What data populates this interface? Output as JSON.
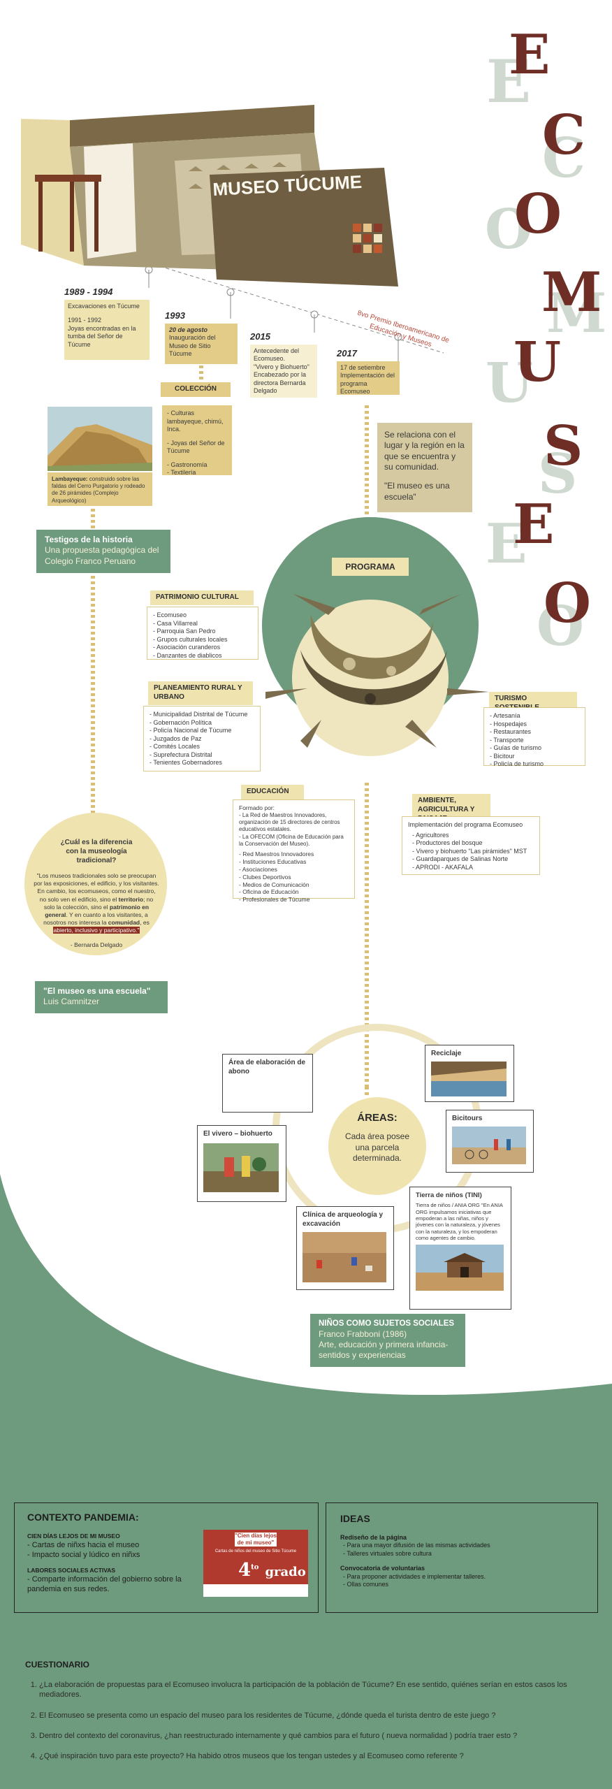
{
  "title_letters": [
    "E",
    "C",
    "O",
    "M",
    "U",
    "S",
    "E",
    "O"
  ],
  "museum_sign": "MUSEO TÚCUME",
  "timeline": [
    {
      "year": "1989 - 1994",
      "lines": [
        "Excavaciones en Túcume",
        "",
        "1991 - 1992",
        "Joyas encontradas en la tumba del Señor de Túcume"
      ]
    },
    {
      "year": "1993",
      "lines": [
        "20 de agosto",
        "Inauguración del Museo de Sitio Túcume"
      ]
    },
    {
      "year": "2015",
      "lines": [
        "Antecedente del Ecomuseo.",
        "\"Vivero y Biohuerto\" Encabezado por la directora Bernarda Delgado"
      ]
    },
    {
      "year": "2017",
      "lines": [
        "17 de setiembre",
        "Implementación del programa Ecomuseo"
      ]
    }
  ],
  "premio": "8vo Premio Iberoamericano de Educación y Museos",
  "coleccion": {
    "title": "COLECCIÓN",
    "items": [
      "Culturas lambayeque, chimú, Inca.",
      "Joyas del Señor de Túcume",
      "Gastronomía",
      "Textilería"
    ]
  },
  "lambayeque": {
    "bold": "Lambayeque:",
    "text": " construido sobre las faldas del Cerro Purgatorio y rodeado de 26 pirámides (Complejo Arqueológico)"
  },
  "relaciona": {
    "text": "Se relaciona con el lugar y la región en la que se encuentra y su comunidad.",
    "quote": "\"El museo es una escuela\""
  },
  "testigos": {
    "title": "Testigos de la historia",
    "subtitle": "Una propuesta pedagógica del Colegio Franco Peruano"
  },
  "programa": "PROGRAMA",
  "patrimonio": {
    "title": "PATRIMONIO CULTURAL",
    "items": [
      "Ecomuseo",
      "Casa Villarreal",
      "Parroquia San Pedro",
      "Grupos culturales locales",
      "Asociación curanderos",
      "Danzantes de diablicos"
    ]
  },
  "planeamiento": {
    "title": "PLANEAMIENTO RURAL Y URBANO",
    "items": [
      "Municipalidad Distrital de Túcume",
      "Gobernación Política",
      "Policía Nacional de Túcume",
      "Juzgados de Paz",
      "Comités Locales",
      "Suprefectura Distrital",
      "Tenientes Gobernadores"
    ]
  },
  "turismo": {
    "title": "TURISMO SOSTENIBLE",
    "items": [
      "Artesanía",
      "Hospedajes",
      "Restaurantes",
      "Transporte",
      "Guías de turismo",
      "Bicitour",
      "Policía de turismo"
    ]
  },
  "educacion": {
    "title": "EDUCACIÓN",
    "intro": "Formado por:",
    "items": [
      "La Red de Maestros Innovadores, organización de 15 directores de centros educativos estatales.",
      "La OFECOM (Oficina de Educación para la Conservación del Museo).",
      "Red Maestros Innovadores",
      "Instituciones Educativas",
      "Asociaciones",
      "Clubes Deportivos",
      "Medios de Comunicación",
      "Oficina de Educación",
      "Profesionales de Túcume"
    ]
  },
  "ambiente": {
    "title": "AMBIENTE, AGRICULTURA Y PAISAJE",
    "intro": "Implementación del programa Ecomuseo",
    "items": [
      "Agricultores",
      "Productores del bosque",
      "Vivero y biohuerto \"Las pirámides\" MST",
      "Guardaparques de Salinas Norte",
      "APRODI - AKAFALA"
    ]
  },
  "museologia": {
    "question": "¿Cuál es la diferencia con la museología tradicional?",
    "quote_p1": "\"Los museos tradicionales solo se preocupan por las exposiciones, el edificio, y los visitantes. En cambio, los ecomuseos, como el nuestro, no solo ven el edificio, sino el ",
    "bold1": "territorio",
    "quote_p2": "; no solo la colección, sino el ",
    "bold2": "patrimonio en general",
    "quote_p3": ". Y en cuanto a los visitantes, a nosotros nos interesa la ",
    "bold3": "comunidad",
    "quote_p4": ", es ",
    "highlight": "abierto, inclusivo y participativo.\"",
    "author": "- Bernarda Delgado"
  },
  "camnitzer": {
    "title": "\"El museo es una escuela\"",
    "subtitle": "Luis Camnitzer"
  },
  "areas": {
    "title": "ÁREAS:",
    "text": "Cada área posee una parcela determinada."
  },
  "area_items": {
    "abono": "Área de elaboración de abono",
    "vivero": "El vivero – biohuerto",
    "clinica": "Clínica de arqueología y excavación",
    "reciclaje": "Reciclaje",
    "bicitours": "Bicitours",
    "tini_title": "Tierra de niños (TINI)",
    "tini_text": "Tierra de niños / ANIA ORG \"En ANIA ORG impulsamos iniciativas que empoderan a las niñas, niños y jóvenes con la naturaleza, y jóvenes con la naturaleza, y los empoderan como agentes de cambio."
  },
  "ninos": {
    "title": "NIÑOS COMO SUJETOS SOCIALES",
    "author": "Franco Frabboni (1986)",
    "text": "Arte, educación y primera infancia- sentidos y experiencias"
  },
  "pandemia": {
    "title": "CONTEXTO PANDEMIA:",
    "h1": "CIEN DÍAS LEJOS DE MI MUSEO",
    "l1": [
      "Cartas de niñxs hacia el museo",
      "Impacto social y lúdico en niñxs"
    ],
    "h2": "LABORES SOCIALES ACTIVAS",
    "l2": [
      "Comparte información del gobierno sobre la pandemia en sus redes."
    ],
    "poster_t1": "\"Cien días lejos de mi museo\"",
    "poster_t2": "Cartas de niños del museo de Sitio Túcume",
    "poster_grade": "4",
    "poster_grade_sup": "to",
    "poster_grado": "grado"
  },
  "ideas": {
    "title": "IDEAS",
    "h1": "Rediseño de la página",
    "l1": [
      "Para una mayor difusión de las mismas actividades",
      "Talleres virtuales sobre cultura"
    ],
    "h2": "Convocatoria de voluntarias",
    "l2": [
      "Para proponer actividades e implementar talleres.",
      "Ollas comunes"
    ]
  },
  "cuestionario": {
    "title": "CUESTIONARIO",
    "questions": [
      "¿La elaboración de propuestas para el Ecomuseo involucra la participación de la población de Túcume? En ese sentido, quiénes serían en estos casos los mediadores.",
      "El Ecomuseo se presenta como un espacio del museo para los residentes de Túcume, ¿dónde queda el turista dentro de este juego ?",
      "Dentro del contexto del coronavirus, ¿han reestructurado internamente y qué cambios para el futuro ( nueva normalidad ) podría traer esto ?",
      "¿Qué inspiración tuvo para este proyecto? Ha habido otros museos que los tengan ustedes y al Ecomuseo como referente ?"
    ]
  }
}
